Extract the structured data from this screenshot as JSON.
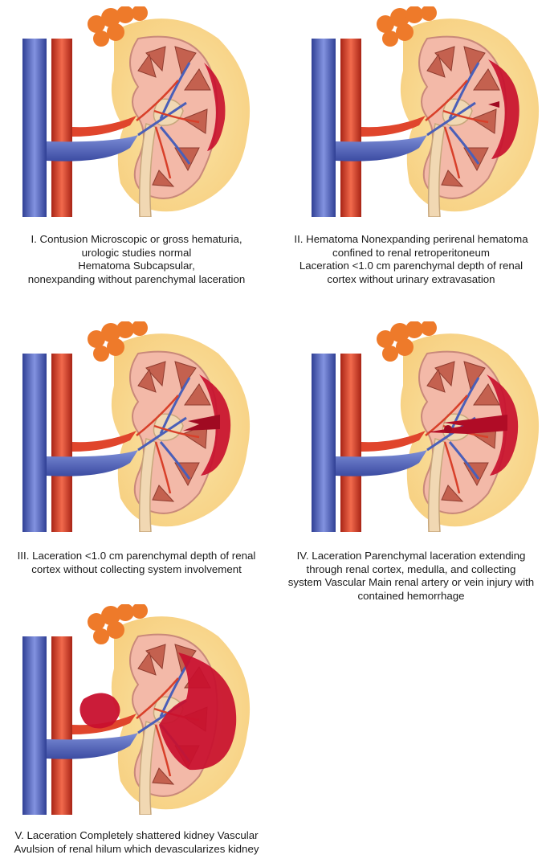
{
  "panels": [
    {
      "grade": "I",
      "lines": [
        "I. Contusion Microscopic or gross hematuria,",
        "urologic studies normal",
        "Hematoma Subcapsular,",
        "nonexpanding without parenchymal laceration"
      ]
    },
    {
      "grade": "II",
      "lines": [
        "II. Hematoma Nonexpanding perirenal hematoma",
        "confined to renal retroperitoneum",
        "Laceration <1.0 cm parenchymal depth of renal",
        "cortex without urinary extravasation"
      ]
    },
    {
      "grade": "III",
      "lines": [
        "III. Laceration <1.0 cm parenchymal depth of renal",
        "cortex without collecting system involvement"
      ]
    },
    {
      "grade": "IV",
      "lines": [
        "IV. Laceration Parenchymal laceration extending",
        "through renal cortex, medulla, and collecting",
        "system Vascular Main renal artery or vein injury with",
        "contained hemorrhage"
      ]
    },
    {
      "grade": "V",
      "lines": [
        "V. Laceration Completely shattered kidney Vascular",
        "Avulsion of renal hilum which devascularizes kidney"
      ]
    }
  ],
  "colors": {
    "vena_cava": "#4a5fb8",
    "aorta": "#d8402a",
    "fat": "#f0a03a",
    "cortex": "#f3b9a8",
    "pyramid": "#c4614f",
    "hematoma": "#c8102e",
    "ureter": "#f1d8b3"
  }
}
